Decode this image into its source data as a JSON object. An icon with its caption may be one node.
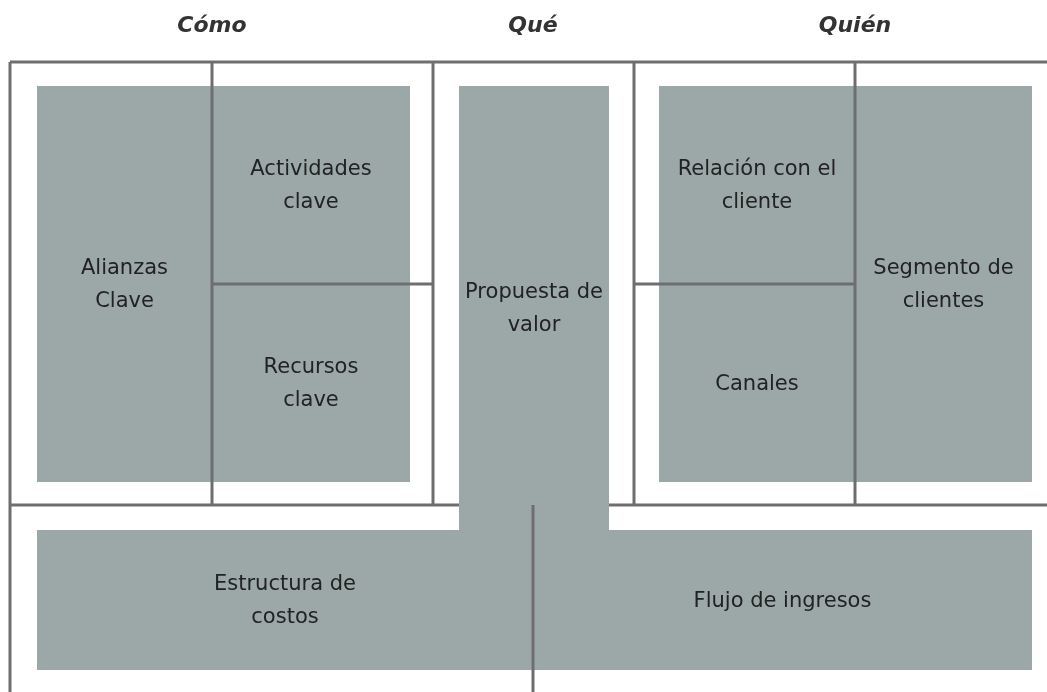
{
  "diagram": {
    "nodes": [
      {
        "text": [
          "Alianzas Clave"
        ]
      },
      {
        "text": [
          "Actividades clave"
        ]
      },
      {
        "text": [
          "Recursos clave"
        ]
      },
      {
        "text": [
          "Propuesta de valor"
        ]
      },
      {
        "text": [
          "Relación con el cliente"
        ]
      },
      {
        "text": [
          "Canales"
        ]
      },
      {
        "text": [
          "Segmento de clientes"
        ]
      },
      {
        "text": [
          "Estructura de costos"
        ]
      },
      {
        "text": [
          "Flujo de ingresos"
        ]
      }
    ],
    "labels": [
      "Cómo",
      "Qué",
      "Quién"
    ]
  }
}
